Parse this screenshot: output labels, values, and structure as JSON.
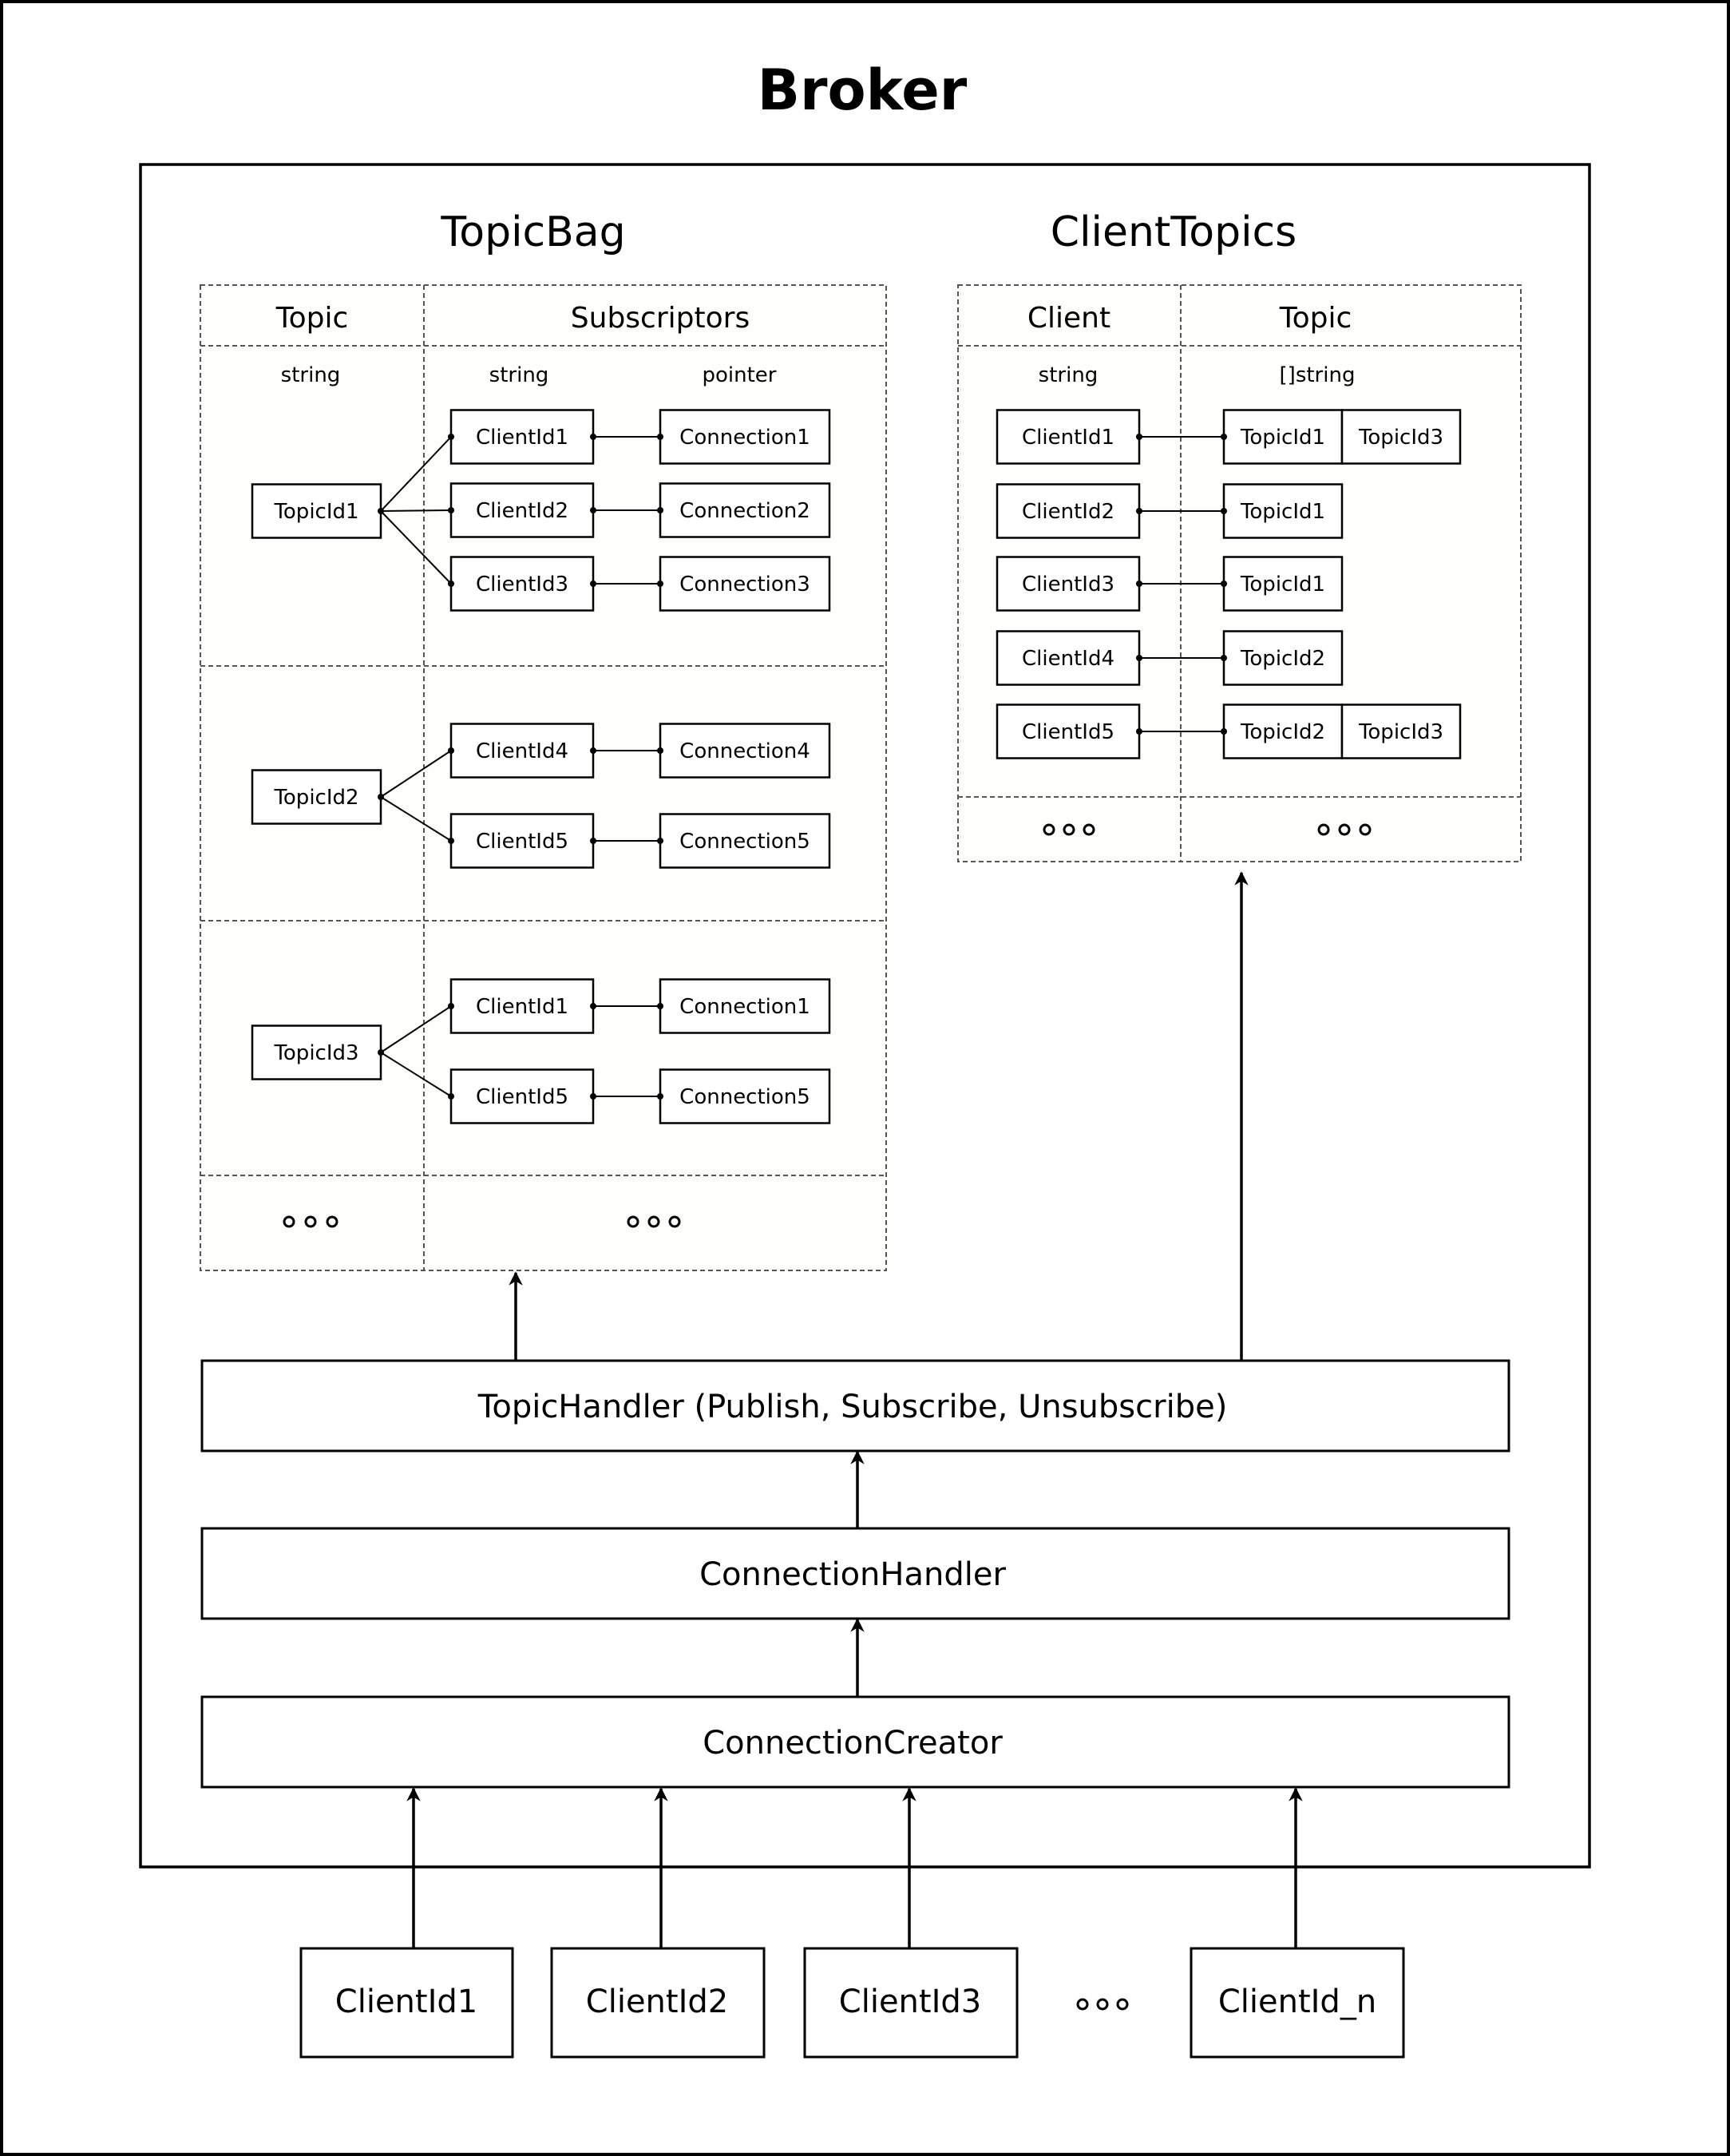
{
  "title": "Broker",
  "topic_bag": {
    "title": "TopicBag",
    "col_topic": "Topic",
    "col_subscribers": "Subscriptors",
    "type_topic": "string",
    "type_client": "string",
    "type_connection": "pointer",
    "groups": [
      {
        "topic": "TopicId1",
        "subs": [
          {
            "client": "ClientId1",
            "connection": "Connection1"
          },
          {
            "client": "ClientId2",
            "connection": "Connection2"
          },
          {
            "client": "ClientId3",
            "connection": "Connection3"
          }
        ]
      },
      {
        "topic": "TopicId2",
        "subs": [
          {
            "client": "ClientId4",
            "connection": "Connection4"
          },
          {
            "client": "ClientId5",
            "connection": "Connection5"
          }
        ]
      },
      {
        "topic": "TopicId3",
        "subs": [
          {
            "client": "ClientId1",
            "connection": "Connection1"
          },
          {
            "client": "ClientId5",
            "connection": "Connection5"
          }
        ]
      }
    ]
  },
  "client_topics": {
    "title": "ClientTopics",
    "col_client": "Client",
    "col_topic": "Topic",
    "type_client": "string",
    "type_topic": "[]string",
    "rows": [
      {
        "client": "ClientId1",
        "topics": [
          "TopicId1",
          "TopicId3"
        ]
      },
      {
        "client": "ClientId2",
        "topics": [
          "TopicId1"
        ]
      },
      {
        "client": "ClientId3",
        "topics": [
          "TopicId1"
        ]
      },
      {
        "client": "ClientId4",
        "topics": [
          "TopicId2"
        ]
      },
      {
        "client": "ClientId5",
        "topics": [
          "TopicId2",
          "TopicId3"
        ]
      }
    ]
  },
  "handlers": {
    "topic_handler": "TopicHandler (Publish, Subscribe, Unsubscribe)",
    "connection_handler": "ConnectionHandler",
    "connection_creator": "ConnectionCreator"
  },
  "clients": [
    "ClientId1",
    "ClientId2",
    "ClientId3",
    "ClientId_n"
  ]
}
